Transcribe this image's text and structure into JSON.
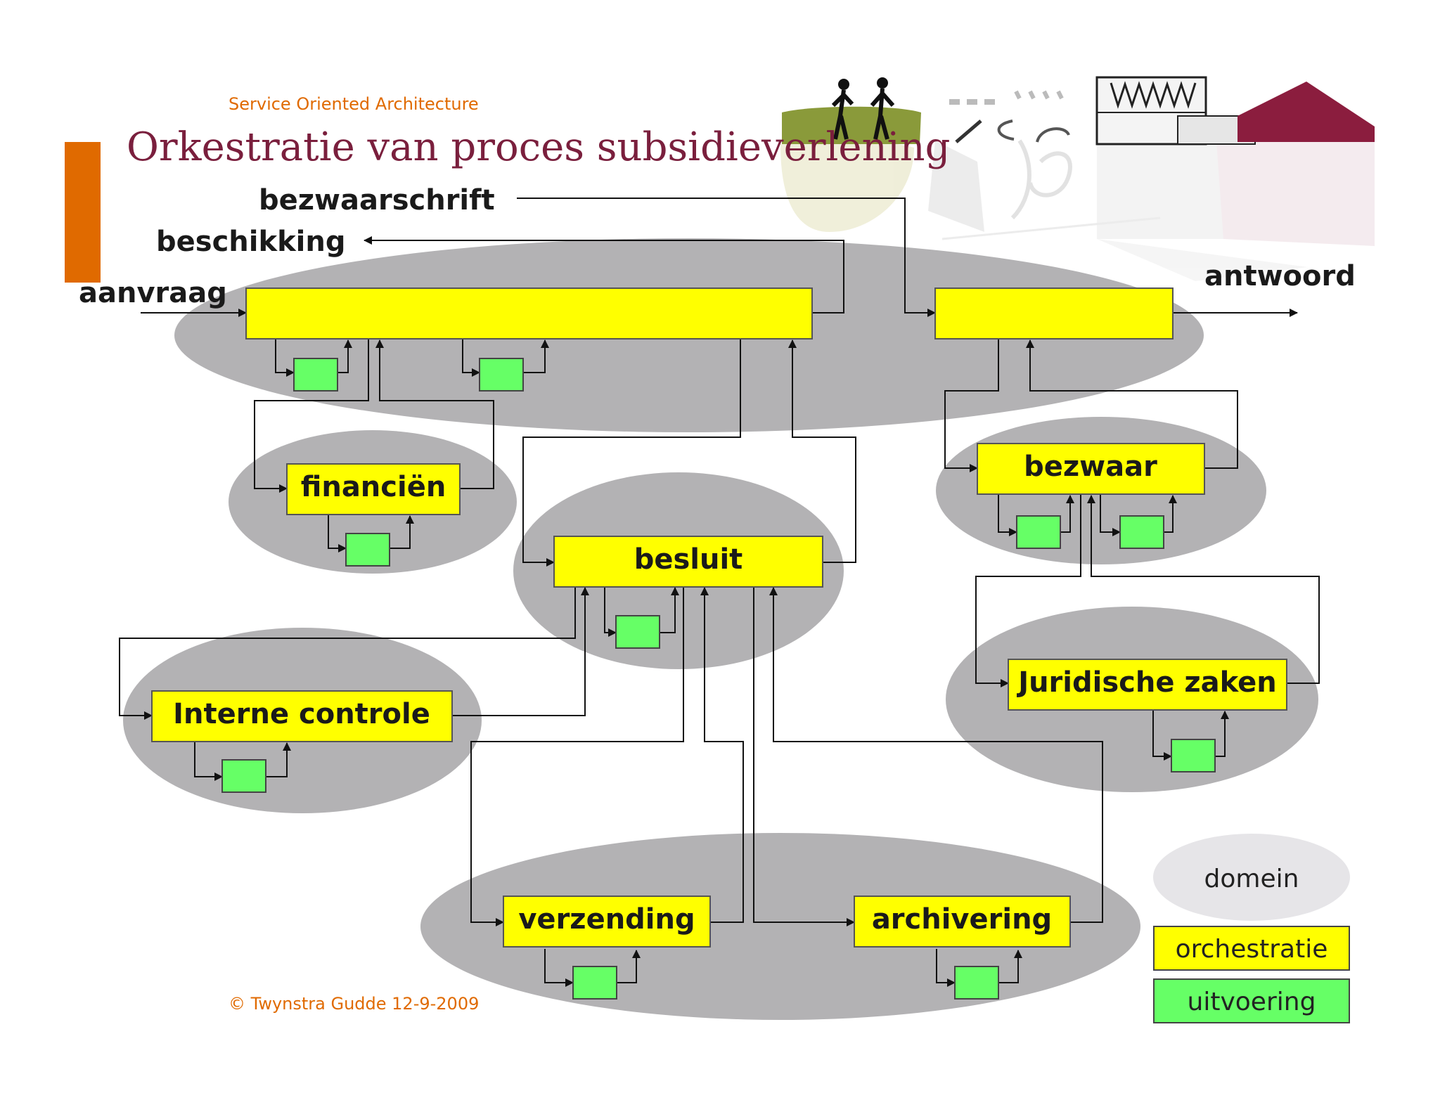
{
  "header": {
    "subtitle": "Service Oriented Architecture",
    "title": "Orkestratie van proces subsidieverlening"
  },
  "flows": {
    "bezwaarschrift": "bezwaarschrift",
    "beschikking": "beschikking",
    "aanvraag": "aanvraag",
    "antwoord": "antwoord"
  },
  "services": {
    "financien": "financiën",
    "besluit": "besluit",
    "bezwaar": "bezwaar",
    "interne_controle": "Interne controle",
    "juridische_zaken": "Juridische zaken",
    "verzending": "verzending",
    "archivering": "archivering"
  },
  "legend": {
    "domein": "domein",
    "orchestratie": "orchestratie",
    "uitvoering": "uitvoering"
  },
  "footer": {
    "copyright": "© Twynstra Gudde  12-9-2009"
  },
  "colors": {
    "accent_orange": "#e06a00",
    "title_maroon": "#7a1f3d",
    "orchestration_yellow": "#ffff00",
    "execution_green": "#66ff66",
    "domain_gray": "#b3b2b4",
    "legend_domain_gray": "#e6e5e8"
  }
}
